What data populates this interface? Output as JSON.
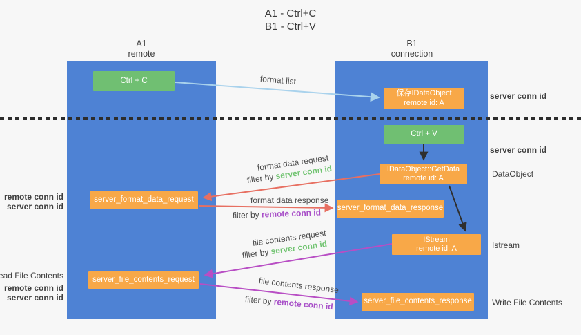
{
  "title": {
    "line1": "A1 - Ctrl+C",
    "line2": "B1 - Ctrl+V"
  },
  "lanes": {
    "left": {
      "name": "A1",
      "role": "remote"
    },
    "right": {
      "name": "B1",
      "role": "connection"
    }
  },
  "nodes": {
    "ctrl_c": {
      "label": "Ctrl + C"
    },
    "save_idataobject": {
      "line1": "保存IDataObject",
      "line2": "remote id: A"
    },
    "ctrl_v": {
      "label": "Ctrl + V"
    },
    "getdata": {
      "line1": "IDataObject::GetData",
      "line2": "remote id: A"
    },
    "format_request": {
      "label": "server_format_data_request"
    },
    "format_response": {
      "label": "server_format_data_response"
    },
    "istream": {
      "line1": "IStream",
      "line2": "remote id: A"
    },
    "file_request": {
      "label": "server_file_contents_request"
    },
    "file_response": {
      "label": "server_file_contents_response"
    }
  },
  "flow_labels": {
    "format_list": "format list",
    "format_data_request": "format data request",
    "format_data_request_filter_prefix": "filter by ",
    "format_data_request_filter_key": "server conn id",
    "format_data_response": "format data response",
    "format_data_response_filter_prefix": "filter by ",
    "format_data_response_filter_key": "remote conn id",
    "file_contents_request": "file contents request",
    "file_contents_request_filter_prefix": "filter by ",
    "file_contents_request_filter_key": "server conn id",
    "file_contents_response": "file contents response",
    "file_contents_response_filter_prefix": "filter by ",
    "file_contents_response_filter_key": "remote conn id"
  },
  "margin_labels": {
    "right_server_conn_id_top": "server conn id",
    "right_server_conn_id_mid": "server conn id",
    "right_dataobject": "DataObject",
    "right_istream": "Istream",
    "right_write_file_contents": "Write File Contents",
    "left_remote_conn_id_top": "remote conn id",
    "left_server_conn_id_top": "server conn id",
    "left_read_file_contents": "Read File Contents",
    "left_remote_conn_id_bottom": "remote conn id",
    "left_server_conn_id_bottom": "server conn id"
  },
  "colors": {
    "lane_blue": "#4e82d4",
    "action_green": "#70bf72",
    "message_orange": "#f8a848",
    "server_conn_id_green": "#72c472",
    "remote_conn_id_purple": "#a84fc8",
    "request_response_red": "#e76f61",
    "file_flow_purple": "#b84ec4",
    "format_list_blue": "#a9d2ec",
    "divider_black": "#2d2d2d",
    "text_dark": "#3f3f3f",
    "background": "#f7f7f7"
  }
}
